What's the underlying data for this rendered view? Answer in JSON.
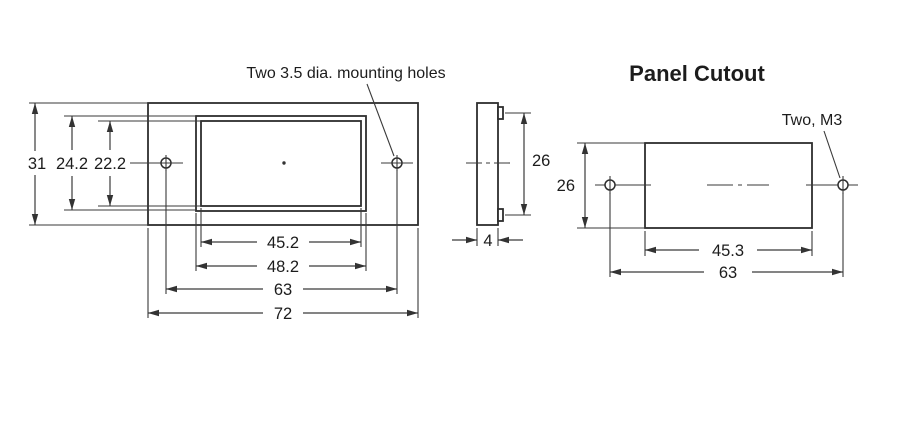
{
  "colors": {
    "line": "#2e2e2e",
    "background": "#ffffff"
  },
  "figure": {
    "front_view": {
      "annotation": "Two 3.5 dia. mounting holes",
      "height_overall": "31",
      "height_bezel": "24.2",
      "height_window": "22.2",
      "width_window": "45.2",
      "width_bezel": "48.2",
      "hole_spacing": "63",
      "width_overall": "72"
    },
    "side_view": {
      "height_body": "26",
      "depth": "4"
    },
    "panel_cutout": {
      "title": "Panel Cutout",
      "annotation": "Two, M3",
      "height": "26",
      "width": "45.3",
      "hole_spacing": "63"
    }
  }
}
